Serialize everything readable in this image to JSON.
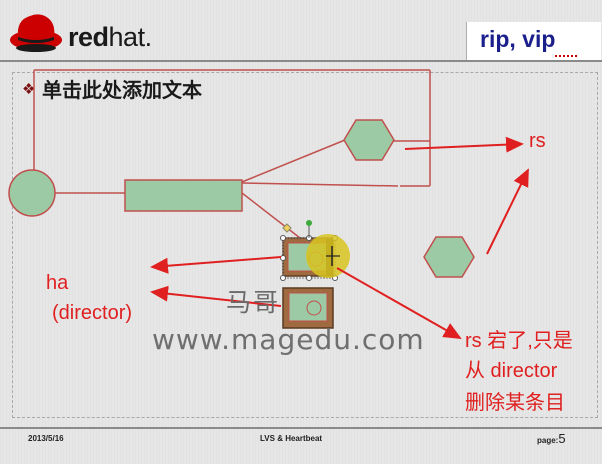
{
  "brand": {
    "name_bold": "red",
    "name_light": "hat",
    "trademark": "."
  },
  "title": "rip, vip",
  "content": {
    "bullet": "❖",
    "placeholder": "单击此处添加文本"
  },
  "labels": {
    "rs_top": "rs",
    "ha_line1": "ha",
    "ha_line2": "(director)",
    "rs_note_line1": "rs 宕了,只是",
    "rs_note_line2": "从 director",
    "rs_note_line3": "删除某条目"
  },
  "watermark": {
    "line1": "马哥",
    "line2": "www.magedu.com"
  },
  "footer": {
    "date": "2013/5/16",
    "center": "LVS & Heartbeat",
    "page_label": "page:",
    "page_number": "5"
  },
  "colors": {
    "shape_fill": "#9ccaa5",
    "shape_stroke": "#c0504d",
    "annotation_red": "#e02020",
    "title_blue": "#1b1f8c"
  }
}
